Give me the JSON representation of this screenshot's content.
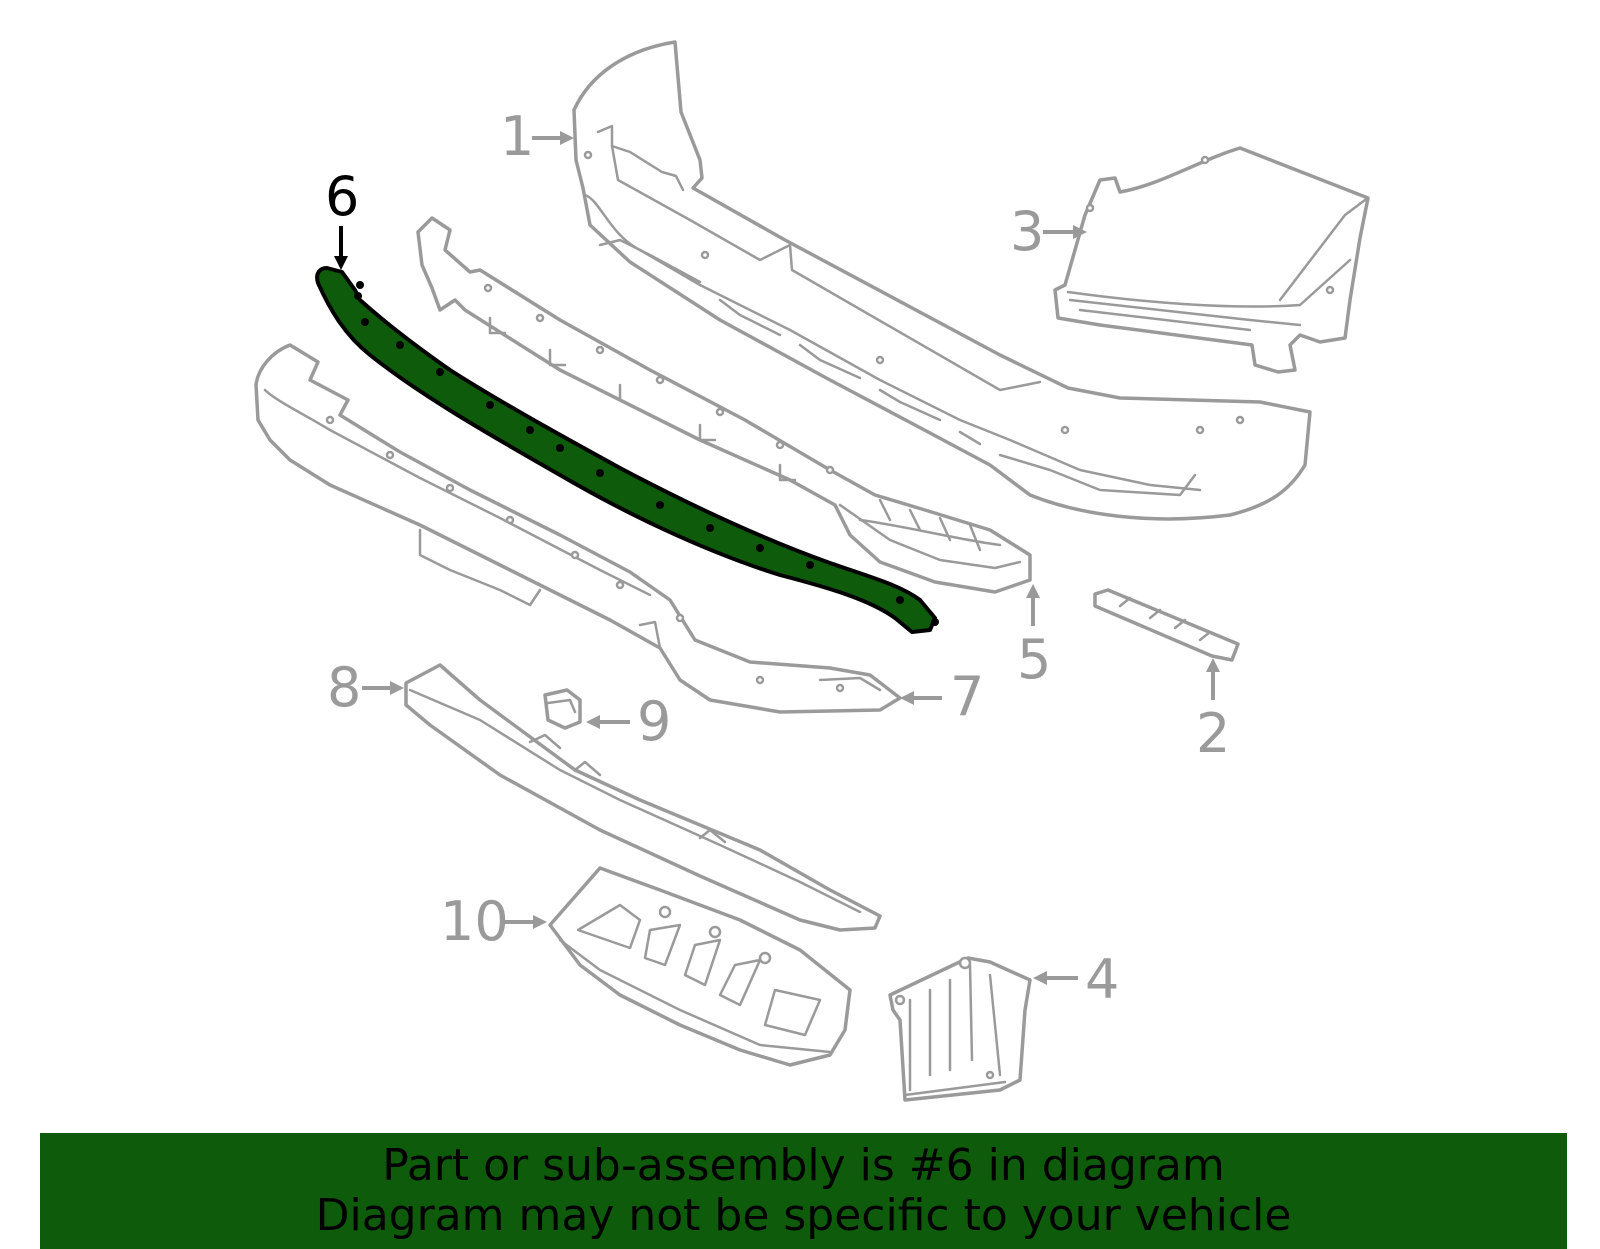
{
  "diagram": {
    "highlight_part": "6",
    "colors": {
      "highlight": "#0e5c0b",
      "outline": "#9a9a9a",
      "banner": "#0e5c0b"
    },
    "callouts": [
      {
        "id": "1",
        "label": "1"
      },
      {
        "id": "2",
        "label": "2"
      },
      {
        "id": "3",
        "label": "3"
      },
      {
        "id": "4",
        "label": "4"
      },
      {
        "id": "5",
        "label": "5"
      },
      {
        "id": "6",
        "label": "6"
      },
      {
        "id": "7",
        "label": "7"
      },
      {
        "id": "8",
        "label": "8"
      },
      {
        "id": "9",
        "label": "9"
      },
      {
        "id": "10",
        "label": "10"
      }
    ]
  },
  "banner": {
    "line1": "Part or sub-assembly is #6 in diagram",
    "line2": "Diagram may not be specific to your vehicle"
  }
}
